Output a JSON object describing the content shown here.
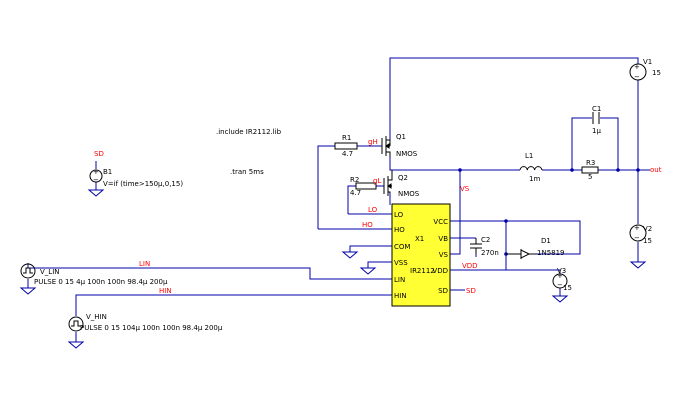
{
  "directives": {
    "include": ".include IR2112.lib",
    "tran": ".tran 5ms"
  },
  "components": {
    "R1": {
      "name": "R1",
      "value": "4.7"
    },
    "R2": {
      "name": "R2",
      "value": "4.7"
    },
    "R3": {
      "name": "R3",
      "value": "5"
    },
    "Q1": {
      "name": "Q1",
      "model": "NMOS"
    },
    "Q2": {
      "name": "Q2",
      "model": "NMOS"
    },
    "C1": {
      "name": "C1",
      "value": "1µ"
    },
    "C2": {
      "name": "C2",
      "value": "270n"
    },
    "L1": {
      "name": "L1",
      "value": "1m"
    },
    "D1": {
      "name": "D1",
      "model": "1N5819"
    },
    "V1": {
      "name": "V1",
      "value": "15"
    },
    "V2": {
      "name": "V2",
      "value": "15"
    },
    "V3": {
      "name": "V3",
      "value": "15"
    },
    "B1": {
      "name": "B1",
      "expr": "V=if (time>150µ,0,15)"
    },
    "V_LIN": {
      "name": "V_LIN",
      "value": "PULSE 0 15 4µ 100n 100n 98.4µ 200µ"
    },
    "V_HIN": {
      "name": "V_HIN",
      "value": "PULSE 0 15 104µ 100n 100n 98.4µ 200µ"
    },
    "X1": {
      "name": "X1",
      "model": "IR2112"
    }
  },
  "ic_pins": {
    "lo": "LO",
    "ho": "HO",
    "com": "COM",
    "vss": "VSS",
    "lin": "LIN",
    "hin": "HIN",
    "vcc": "VCC",
    "vb": "VB",
    "vs": "VS",
    "vdd": "VDD",
    "sd": "SD"
  },
  "nets": {
    "sd_b1": "SD",
    "gh": "gH",
    "gl": "gL",
    "lo": "LO",
    "ho": "HO",
    "vs": "VS",
    "vdd": "VDD",
    "sd_ic": "SD",
    "lin": "LIN",
    "hin": "HIN",
    "out": "out"
  },
  "colors": {
    "wire": "#0000aa",
    "net_label": "#ff0000",
    "ic_fill": "#ffff33",
    "background": "#ffffff"
  }
}
